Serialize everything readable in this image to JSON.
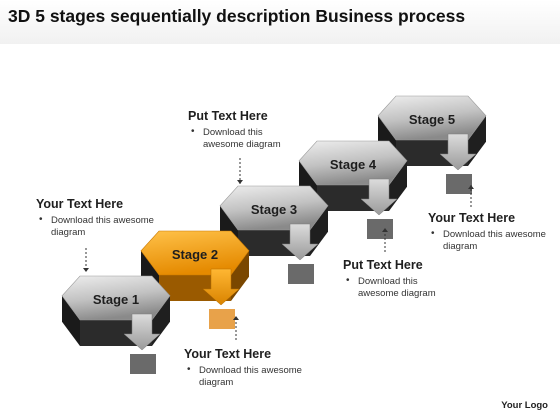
{
  "title": "3D 5 stages sequentially description Business process",
  "stages": [
    {
      "label": "Stage 1",
      "highlight": false
    },
    {
      "label": "Stage 2",
      "highlight": true
    },
    {
      "label": "Stage 3",
      "highlight": false
    },
    {
      "label": "Stage 4",
      "highlight": false
    },
    {
      "label": "Stage 5",
      "highlight": false
    }
  ],
  "callouts": [
    {
      "heading": "Your Text Here",
      "body": "Download this awesome diagram",
      "bullet": "•"
    },
    {
      "heading": "Put Text Here",
      "body": "Download this awesome diagram",
      "bullet": "•"
    },
    {
      "heading": "Your Text Here",
      "body": "Download this awesome diagram",
      "bullet": "•"
    },
    {
      "heading": "Put Text Here",
      "body": "Download this awesome diagram",
      "bullet": "•"
    },
    {
      "heading": "Your Text Here",
      "body": "Download this awesome diagram",
      "bullet": "•"
    }
  ],
  "logo": "Your Logo",
  "colors": {
    "gray_top_light": "#e8e8e8",
    "gray_top_dark": "#8c8c8c",
    "gray_side": "#2b2b2b",
    "orange_top_light": "#ffc24a",
    "orange_top_dark": "#e58a00",
    "orange_side": "#9a5a00"
  }
}
